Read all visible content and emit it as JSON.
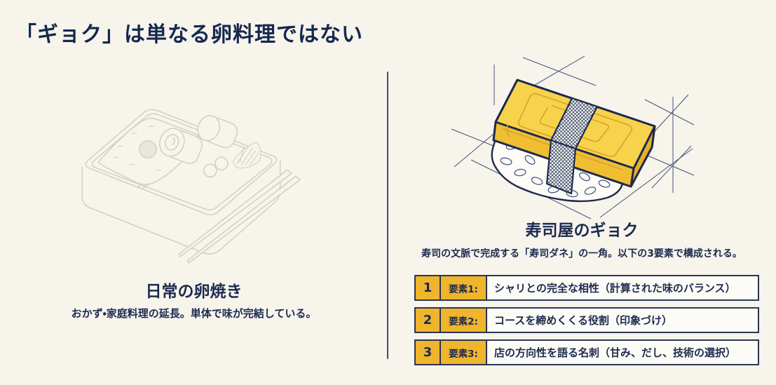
{
  "page": {
    "background": "#f7f4ec",
    "navy": "#1c2b4e",
    "yellow": "#efb52d",
    "egg_yellow": "#f7d24b"
  },
  "title": "「ギョク」は単なる卵料理ではない",
  "left": {
    "illustration": "bento-box-line-drawing",
    "heading": "日常の卵焼き",
    "description": "おかず・家庭料理の延長。単体で味が完結している。"
  },
  "right": {
    "illustration": "tamago-nigiri-technical-drawing",
    "heading": "寿司屋のギョク",
    "description": "寿司の文脈で完成する「寿司ダネ」の一角。以下の3要素で構成される。",
    "elements": [
      {
        "number": "1",
        "label": "要素1:",
        "text": "シャリとの完全な相性（計算された味のバランス）"
      },
      {
        "number": "2",
        "label": "要素2:",
        "text": "コースを締めくくる役割（印象づけ）"
      },
      {
        "number": "3",
        "label": "要素3:",
        "text": "店の方向性を語る名刺（甘み、だし、技術の選択）"
      }
    ]
  }
}
